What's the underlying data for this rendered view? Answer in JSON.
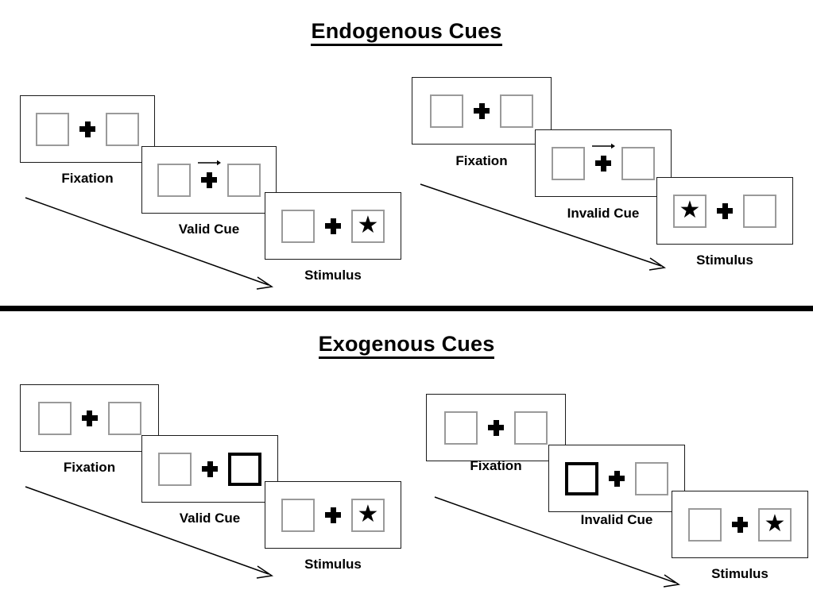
{
  "figure": {
    "title_endogenous": "Endogenous Cues",
    "title_exogenous": "Exogenous Cues",
    "star_glyph": "★",
    "colors": {
      "ink": "#000000",
      "frame_border": "#1a1a1a",
      "box_border": "#9a9a9a",
      "cued_box_border": "#000000",
      "background": "#ffffff"
    }
  },
  "sections": [
    {
      "id": "endogenous",
      "title": "Endogenous Cues",
      "cue_type": "arrow",
      "sequences": [
        {
          "id": "endogenous-valid",
          "validity": "valid",
          "frames": [
            {
              "label": "Fixation",
              "left_box": "empty",
              "right_box": "empty",
              "cue": "none",
              "cue_direction": ""
            },
            {
              "label": "Valid Cue",
              "left_box": "empty",
              "right_box": "empty",
              "cue": "arrow-right",
              "cue_direction": "right"
            },
            {
              "label": "Stimulus",
              "left_box": "empty",
              "right_box": "star",
              "cue": "none",
              "cue_direction": ""
            }
          ]
        },
        {
          "id": "endogenous-invalid",
          "validity": "invalid",
          "frames": [
            {
              "label": "Fixation",
              "left_box": "empty",
              "right_box": "empty",
              "cue": "none",
              "cue_direction": ""
            },
            {
              "label": "Invalid Cue",
              "left_box": "empty",
              "right_box": "empty",
              "cue": "arrow-right",
              "cue_direction": "right"
            },
            {
              "label": "Stimulus",
              "left_box": "star",
              "right_box": "empty",
              "cue": "none",
              "cue_direction": ""
            }
          ]
        }
      ]
    },
    {
      "id": "exogenous",
      "title": "Exogenous Cues",
      "cue_type": "box-flash",
      "sequences": [
        {
          "id": "exogenous-valid",
          "validity": "valid",
          "frames": [
            {
              "label": "Fixation",
              "left_box": "empty",
              "right_box": "empty",
              "cue": "none",
              "cue_direction": ""
            },
            {
              "label": "Valid Cue",
              "left_box": "empty",
              "right_box": "cued",
              "cue": "box-flash-right",
              "cue_direction": "right"
            },
            {
              "label": "Stimulus",
              "left_box": "empty",
              "right_box": "star",
              "cue": "none",
              "cue_direction": ""
            }
          ]
        },
        {
          "id": "exogenous-invalid",
          "validity": "invalid",
          "frames": [
            {
              "label": "Fixation",
              "left_box": "empty",
              "right_box": "empty",
              "cue": "none",
              "cue_direction": ""
            },
            {
              "label": "Invalid Cue",
              "left_box": "cued",
              "right_box": "empty",
              "cue": "box-flash-left",
              "cue_direction": "left"
            },
            {
              "label": "Stimulus",
              "left_box": "empty",
              "right_box": "star",
              "cue": "none",
              "cue_direction": ""
            }
          ]
        }
      ]
    }
  ],
  "flow_arrows": [
    {
      "name": "time-flow-arrow-endogenous-valid",
      "caption": ""
    },
    {
      "name": "time-flow-arrow-endogenous-invalid",
      "caption": ""
    },
    {
      "name": "time-flow-arrow-exogenous-valid",
      "caption": ""
    },
    {
      "name": "time-flow-arrow-exogenous-invalid",
      "caption": ""
    }
  ]
}
